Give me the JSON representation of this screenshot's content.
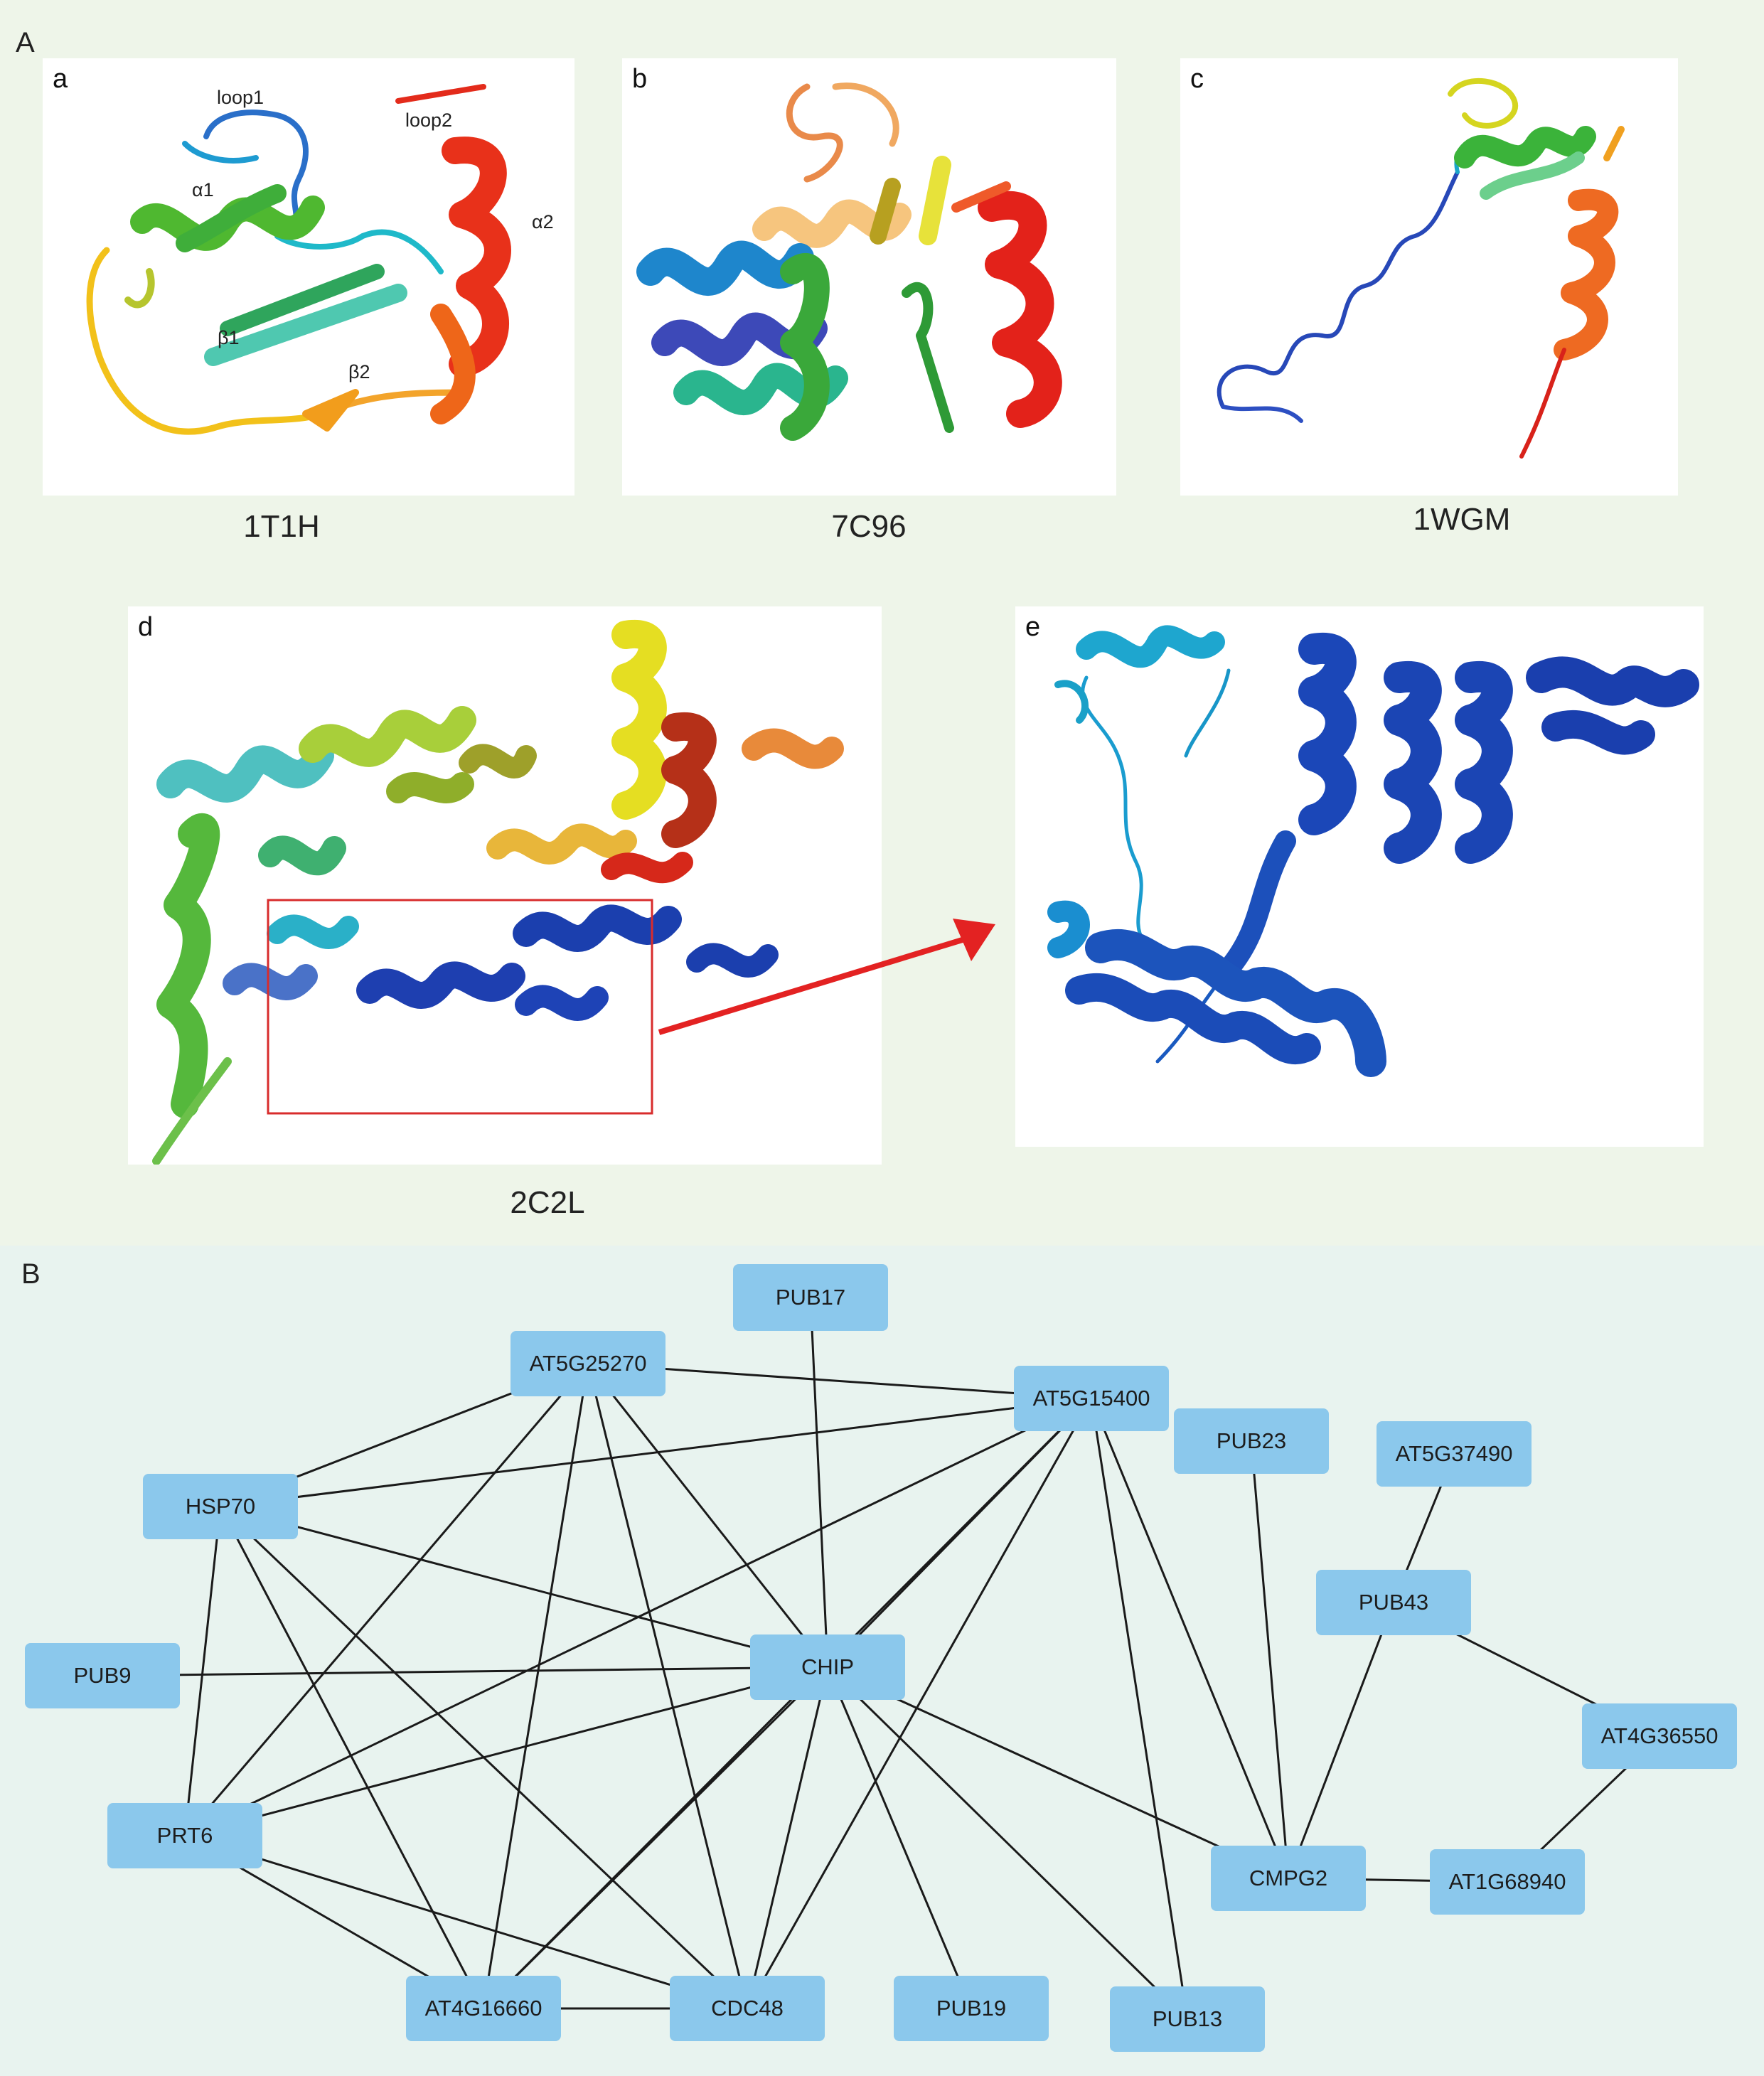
{
  "section_a": {
    "label": "A",
    "panels": {
      "a": {
        "letter": "a",
        "caption": "1T1H",
        "annotations": {
          "loop1": "loop1",
          "loop2": "loop2",
          "alpha1": "α1",
          "alpha2": "α2",
          "beta1": "β1",
          "beta2": "β2"
        }
      },
      "b": {
        "letter": "b",
        "caption": "7C96"
      },
      "c": {
        "letter": "c",
        "caption": "1WGM"
      },
      "d": {
        "letter": "d",
        "caption": "2C2L"
      },
      "e": {
        "letter": "e"
      }
    }
  },
  "section_b": {
    "label": "B",
    "node_color": "#8bc8ec",
    "edge_color": "#1a1a1a",
    "nodes": [
      {
        "id": "PUB17",
        "label": "PUB17"
      },
      {
        "id": "AT5G25270",
        "label": "AT5G25270"
      },
      {
        "id": "AT5G15400",
        "label": "AT5G15400"
      },
      {
        "id": "PUB23",
        "label": "PUB23"
      },
      {
        "id": "AT5G37490",
        "label": "AT5G37490"
      },
      {
        "id": "HSP70",
        "label": "HSP70"
      },
      {
        "id": "PUB43",
        "label": "PUB43"
      },
      {
        "id": "PUB9",
        "label": "PUB9"
      },
      {
        "id": "CHIP",
        "label": "CHIP"
      },
      {
        "id": "AT4G36550",
        "label": "AT4G36550"
      },
      {
        "id": "PRT6",
        "label": "PRT6"
      },
      {
        "id": "CMPG2",
        "label": "CMPG2"
      },
      {
        "id": "AT1G68940",
        "label": "AT1G68940"
      },
      {
        "id": "AT4G16660",
        "label": "AT4G16660"
      },
      {
        "id": "CDC48",
        "label": "CDC48"
      },
      {
        "id": "PUB19",
        "label": "PUB19"
      },
      {
        "id": "PUB13",
        "label": "PUB13"
      }
    ],
    "edges": [
      [
        "AT5G25270",
        "AT5G15400"
      ],
      [
        "AT5G25270",
        "HSP70"
      ],
      [
        "AT5G25270",
        "PRT6"
      ],
      [
        "AT5G25270",
        "AT4G16660"
      ],
      [
        "AT5G25270",
        "CDC48"
      ],
      [
        "AT5G25270",
        "CHIP"
      ],
      [
        "AT5G15400",
        "HSP70"
      ],
      [
        "AT5G15400",
        "PRT6"
      ],
      [
        "AT5G15400",
        "CHIP"
      ],
      [
        "AT5G15400",
        "CDC48"
      ],
      [
        "AT5G15400",
        "PUB13"
      ],
      [
        "AT5G15400",
        "CMPG2"
      ],
      [
        "AT5G15400",
        "AT4G16660"
      ],
      [
        "HSP70",
        "CHIP"
      ],
      [
        "HSP70",
        "PRT6"
      ],
      [
        "HSP70",
        "AT4G16660"
      ],
      [
        "HSP70",
        "CDC48"
      ],
      [
        "PUB17",
        "CHIP"
      ],
      [
        "PUB9",
        "CHIP"
      ],
      [
        "PRT6",
        "CHIP"
      ],
      [
        "PRT6",
        "AT4G16660"
      ],
      [
        "PRT6",
        "CDC48"
      ],
      [
        "CHIP",
        "AT4G16660"
      ],
      [
        "CHIP",
        "CDC48"
      ],
      [
        "CHIP",
        "PUB19"
      ],
      [
        "CHIP",
        "PUB13"
      ],
      [
        "CHIP",
        "CMPG2"
      ],
      [
        "AT4G16660",
        "CDC48"
      ],
      [
        "PUB23",
        "CMPG2"
      ],
      [
        "PUB43",
        "CMPG2"
      ],
      [
        "PUB43",
        "AT5G37490"
      ],
      [
        "PUB43",
        "AT4G36550"
      ],
      [
        "AT4G36550",
        "AT1G68940"
      ],
      [
        "CMPG2",
        "AT1G68940"
      ]
    ]
  }
}
